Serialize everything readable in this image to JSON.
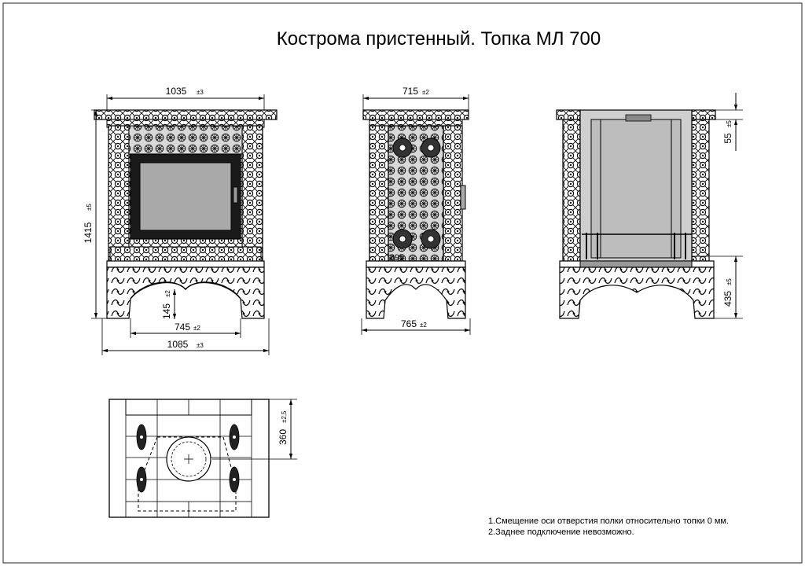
{
  "title": "Кострома  пристенный. Топка МЛ 700",
  "front_view": {
    "top_width": {
      "value": "1035",
      "tol": "±3"
    },
    "height": {
      "value": "1415",
      "tol": "±5"
    },
    "firebox_floor": {
      "value": "145",
      "tol": "±2"
    },
    "legs_inner": {
      "value": "745",
      "tol": "±2"
    },
    "base_width": {
      "value": "1085",
      "tol": "±3"
    }
  },
  "side_view": {
    "top_width": {
      "value": "715",
      "tol": "±2"
    },
    "door_height": {
      "value": "895"
    },
    "base_width": {
      "value": "765",
      "tol": "±2"
    }
  },
  "section_view": {
    "top_offset": {
      "value": "55",
      "tol": "±5"
    },
    "floor_height": {
      "value": "435",
      "tol": "±5"
    }
  },
  "plan_view": {
    "axis_offset": {
      "value": "360",
      "tol": "±2,5"
    }
  },
  "notes": [
    "1.Смещение оси отверстия полки относительно топки 0 мм.",
    "2.Заднее подключение невозможно."
  ]
}
